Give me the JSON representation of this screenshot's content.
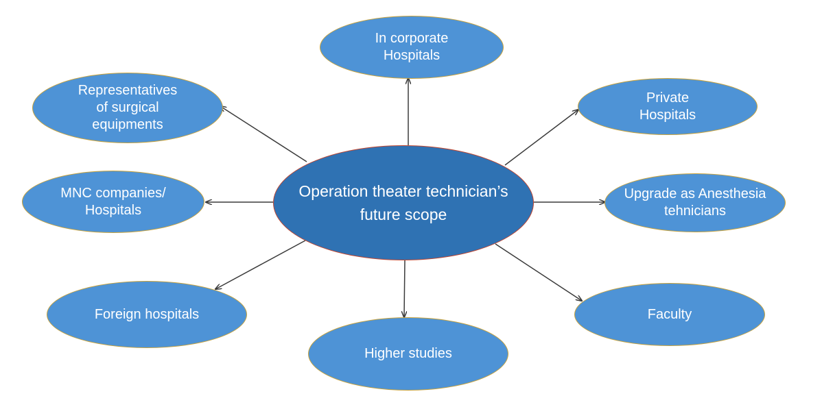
{
  "diagram": {
    "center": {
      "label": "Operation theater technician’s\nfuture scope"
    },
    "nodes": [
      {
        "id": "in-corporate-hospitals",
        "label": "In corporate\nHospitals"
      },
      {
        "id": "private-hospitals",
        "label": "Private\nHospitals"
      },
      {
        "id": "anesthesia-technicians",
        "label": "Upgrade as Anesthesia\ntehnicians"
      },
      {
        "id": "faculty",
        "label": "Faculty"
      },
      {
        "id": "higher-studies",
        "label": "Higher studies"
      },
      {
        "id": "foreign-hospitals",
        "label": "Foreign hospitals"
      },
      {
        "id": "mnc-companies",
        "label": "MNC companies/\nHospitals"
      },
      {
        "id": "surgical-representatives",
        "label": "Representatives\nof surgical\nequipments"
      }
    ],
    "colors": {
      "node_fill": "#4e93d6",
      "node_border": "#c9a23a",
      "center_fill": "#2f72b3",
      "center_border": "#c0452f",
      "arrow": "#3a3a3a",
      "text": "#ffffff"
    }
  }
}
